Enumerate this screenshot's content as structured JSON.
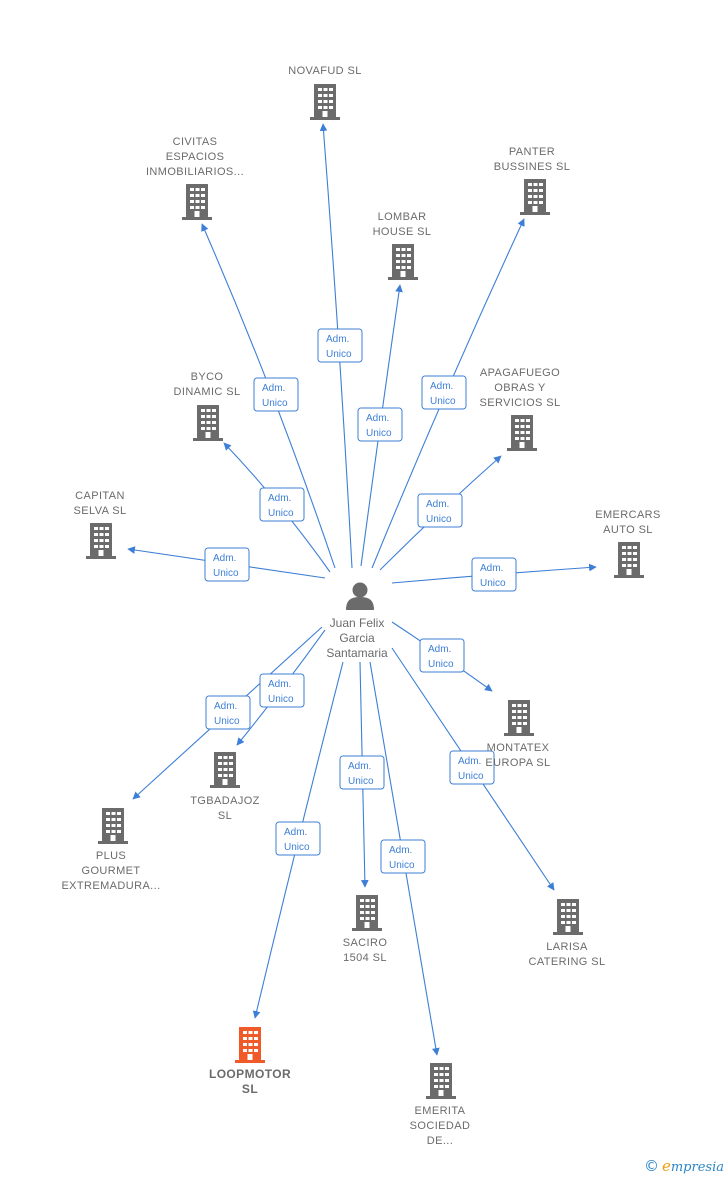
{
  "center": {
    "name_lines": [
      "Juan Felix",
      "Garcia",
      "Santamaria"
    ],
    "icon": "person-icon"
  },
  "edge_label_lines": [
    "Adm.",
    "Unico"
  ],
  "colors": {
    "edge": "#3d7fd6",
    "building": "#6b6b6b",
    "focus": "#f05a28",
    "text": "#6b6b6b"
  },
  "companies": [
    {
      "id": "novafud",
      "lines": [
        "NOVAFUD  SL"
      ],
      "focus": false
    },
    {
      "id": "civitas",
      "lines": [
        "CIVITAS",
        "ESPACIOS",
        "INMOBILIARIOS..."
      ],
      "focus": false
    },
    {
      "id": "panter",
      "lines": [
        "PANTER",
        "BUSSINES  SL"
      ],
      "focus": false
    },
    {
      "id": "lombar",
      "lines": [
        "LOMBAR",
        "HOUSE  SL"
      ],
      "focus": false
    },
    {
      "id": "byco",
      "lines": [
        "BYCO",
        "DINAMIC  SL"
      ],
      "focus": false
    },
    {
      "id": "apagafuego",
      "lines": [
        "APAGAFUEGO",
        "OBRAS Y",
        "SERVICIOS  SL"
      ],
      "focus": false
    },
    {
      "id": "capitan",
      "lines": [
        "CAPITAN",
        "SELVA  SL"
      ],
      "focus": false
    },
    {
      "id": "emercars",
      "lines": [
        "EMERCARS",
        "AUTO  SL"
      ],
      "focus": false
    },
    {
      "id": "montatex",
      "lines": [
        "MONTATEX",
        "EUROPA  SL"
      ],
      "focus": false
    },
    {
      "id": "tgbadajoz",
      "lines": [
        "TGBADAJOZ",
        "SL"
      ],
      "focus": false
    },
    {
      "id": "plus",
      "lines": [
        "PLUS",
        "GOURMET",
        "EXTREMADURA..."
      ],
      "focus": false
    },
    {
      "id": "saciro",
      "lines": [
        "SACIRO",
        "1504  SL"
      ],
      "focus": false
    },
    {
      "id": "larisa",
      "lines": [
        "LARISA",
        "CATERING  SL"
      ],
      "focus": false
    },
    {
      "id": "loopmotor",
      "lines": [
        "LOOPMOTOR",
        "SL"
      ],
      "focus": true
    },
    {
      "id": "emerita",
      "lines": [
        "EMERITA",
        "SOCIEDAD",
        "DE..."
      ],
      "focus": false
    }
  ],
  "footer": {
    "copyright": "©",
    "brand_first": "e",
    "brand_rest": "mpresia"
  }
}
